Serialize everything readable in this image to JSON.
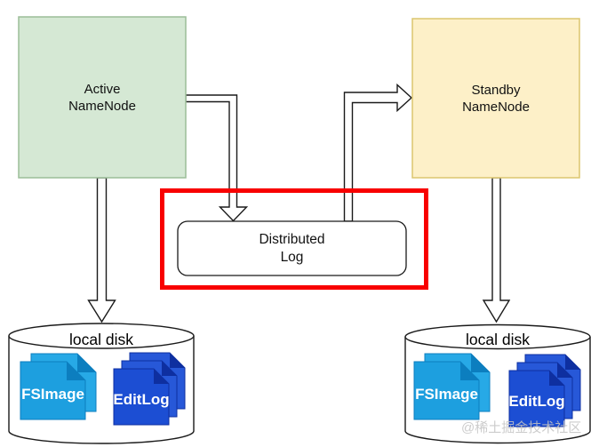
{
  "diagram": {
    "background": "#ffffff",
    "nodes": {
      "active_namenode": {
        "label": "Active NameNode",
        "fill": "#d5e8d4",
        "border": "#9cbd98"
      },
      "standby_namenode": {
        "label": "Standby NameNode",
        "fill": "#fdf0c8",
        "border": "#dbc66f"
      },
      "distributed_log": {
        "label": "Distributed Log",
        "fill": "#ffffff",
        "border": "#1a1a1a"
      },
      "local_disk_left": {
        "label": "local disk"
      },
      "local_disk_right": {
        "label": "local disk"
      }
    },
    "documents": {
      "fsimage": {
        "label": "FSImage",
        "front": "#1d9fdf",
        "back": "#27a9e6",
        "fold": "#0c7ebf"
      },
      "editlog": {
        "label": "EditLog",
        "front": "#1c4ed3",
        "back": "#2758d8",
        "fold": "#0e2fa0"
      }
    },
    "highlight_box": {
      "color": "#f80000"
    },
    "arrow": {
      "fill": "#ffffff",
      "stroke": "#1a1a1a"
    },
    "watermark": {
      "text": "@稀土掘金技术社区",
      "color": "#c4c4c4"
    }
  }
}
